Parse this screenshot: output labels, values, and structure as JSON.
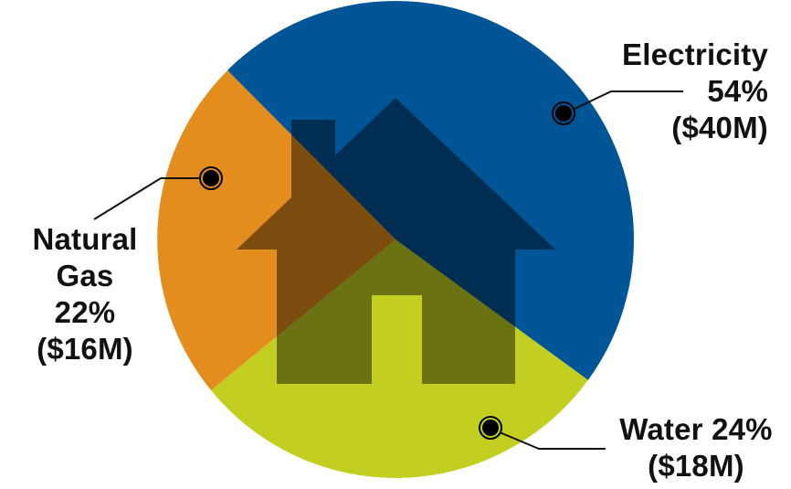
{
  "colors": {
    "electricity": "#005596",
    "natural_gas": "#E38D1E",
    "water": "#C3CF20",
    "house_overlay": "#000000",
    "marker": "#000000",
    "leader_line": "#111111",
    "background": "#FFFFFF"
  },
  "labels": {
    "electricity": {
      "name": "Electricity",
      "percent": "54%",
      "amount": "($40M)"
    },
    "natural_gas": {
      "name_line1": "Natural",
      "name_line2": "Gas",
      "percent": "22%",
      "amount": "($16M)"
    },
    "water": {
      "line1": "Water 24%",
      "amount": "($18M)"
    }
  },
  "chart_data": {
    "type": "pie",
    "title": "",
    "categories": [
      "Electricity",
      "Natural Gas",
      "Water"
    ],
    "values": [
      54,
      22,
      24
    ],
    "amounts_musd": [
      40,
      16,
      18
    ],
    "value_labels": [
      "54% ($40M)",
      "22% ($16M)",
      "24% ($18M)"
    ],
    "unit": "%",
    "legend": "none (direct callout labels)",
    "decoration": "house silhouette overlay centered on pie"
  }
}
